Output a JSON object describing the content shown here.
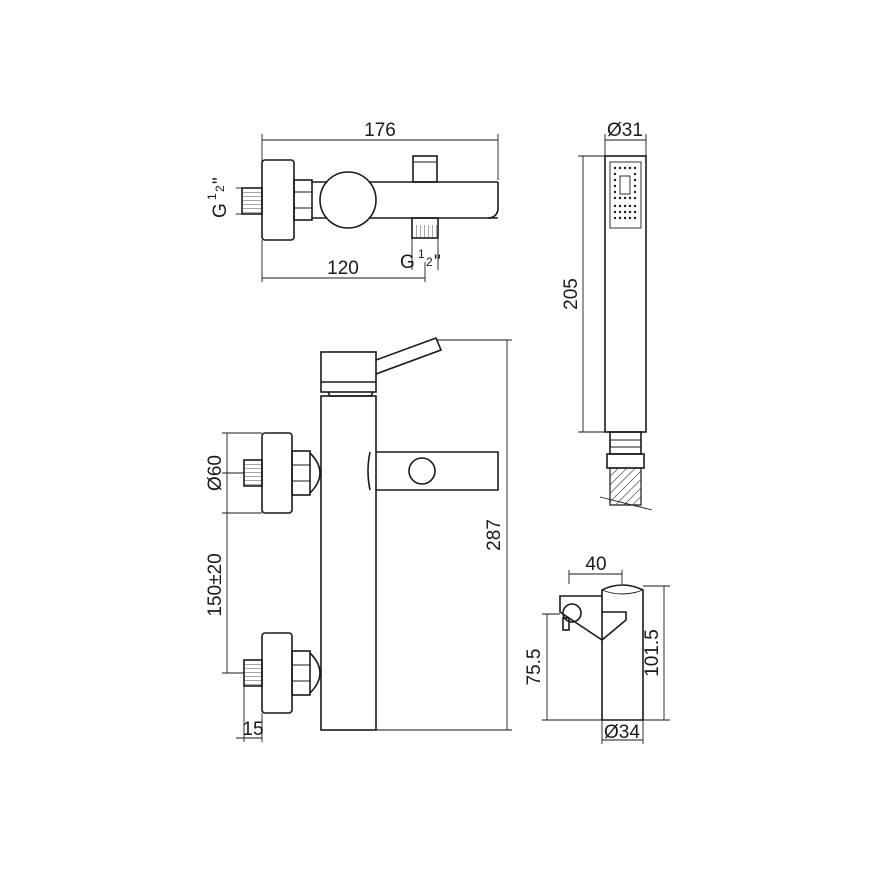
{
  "dimensions": {
    "top_width": "176",
    "inlet_spacing_top": "120",
    "thread_left": "G",
    "thread_bottom": "G",
    "thread_fraction_num": "1",
    "thread_fraction_den": "2",
    "thread_suffix": "\"",
    "handshower_diameter": "Ø31",
    "handshower_length": "205",
    "escutcheon_diameter": "Ø60",
    "inlet_spacing": "150±20",
    "overall_height": "287",
    "offset": "15",
    "holder_width": "40",
    "holder_height": "101.5",
    "holder_hook_height": "75.5",
    "holder_diameter": "Ø34"
  }
}
